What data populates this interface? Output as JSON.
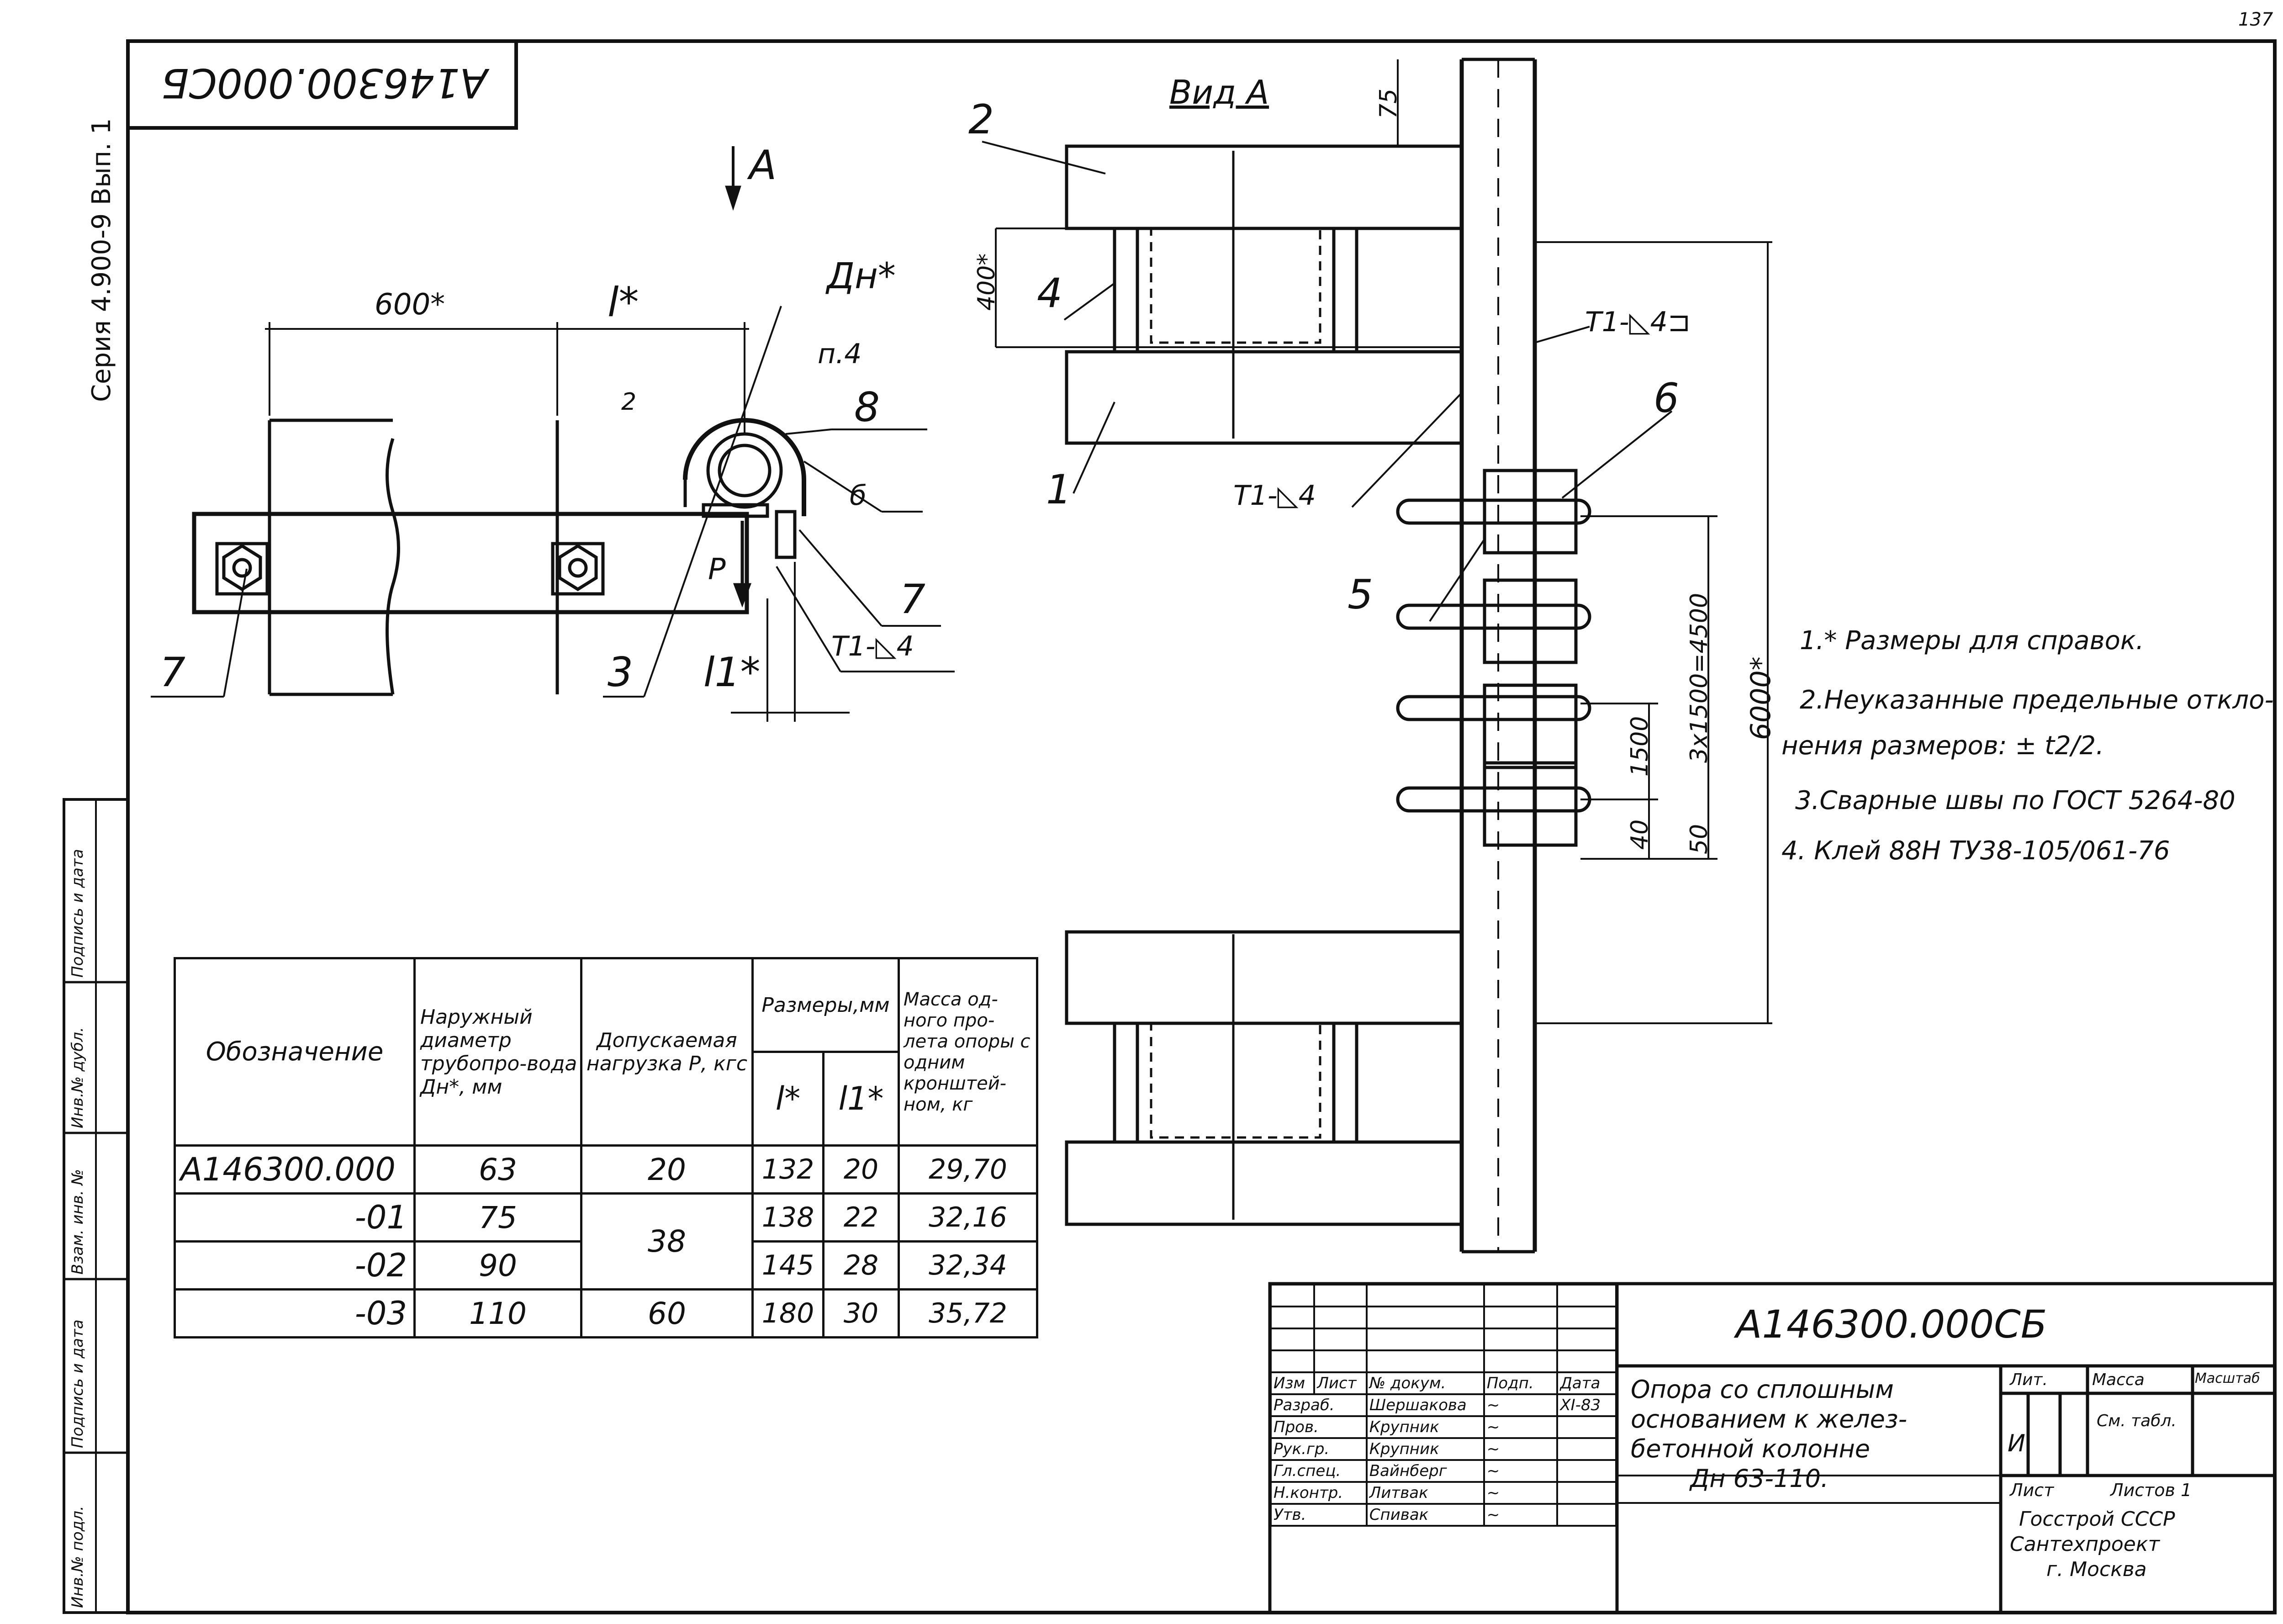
{
  "sheet": {
    "code_top": "A146300.000СБ",
    "series_label": "Серия  4.900-9  Вып. 1",
    "page_number": "137",
    "view_label": "Вид А",
    "arrow_label": "А"
  },
  "callouts": [
    "1",
    "2",
    "3",
    "4",
    "5",
    "6",
    "7",
    "7",
    "8"
  ],
  "dimensions": {
    "d600": "600*",
    "l": "l*",
    "dn": "Дн*",
    "p4": "п.4",
    "d2": "2",
    "b": "б",
    "p": "Р",
    "l1": "l1*",
    "d75": "75",
    "d400": "400*",
    "d6000": "6000*",
    "d4500": "3х1500=4500",
    "d1500": "1500",
    "d40": "40",
    "d50": "50"
  },
  "welds": {
    "w1": "Т1-◺4⊐",
    "w2": "Т1-◺4",
    "w3": "Т1-◺4"
  },
  "notes": [
    "1.* Размеры для справок.",
    "2.Неуказанные предельные откло-",
    "нения размеров: ± t2/2.",
    "3.Сварные швы по ГОСТ 5264-80",
    "4. Клей 88Н ТУ38-105/061-76"
  ],
  "table": {
    "headers": {
      "designation": "Обозначение",
      "diameter": "Наружный диаметр трубопро-вода Дн*, мм",
      "load": "Допускаемая нагрузка Р, кгс",
      "sizes": "Размеры,мм",
      "l": "l*",
      "l1": "l1*",
      "mass": "Масса од-ного про-лета опоры с одним кронштей-ном, кг"
    },
    "rows": [
      {
        "designation": "A146300.000",
        "diameter": "63",
        "load": "20",
        "l": "132",
        "l1": "20",
        "mass": "29,70"
      },
      {
        "designation": "-01",
        "diameter": "75",
        "load": "38",
        "l": "138",
        "l1": "22",
        "mass": "32,16"
      },
      {
        "designation": "-02",
        "diameter": "90",
        "load": "",
        "l": "145",
        "l1": "28",
        "mass": "32,34"
      },
      {
        "designation": "-03",
        "diameter": "110",
        "load": "60",
        "l": "180",
        "l1": "30",
        "mass": "35,72"
      }
    ]
  },
  "side_stamp": {
    "c1": "Подпись и дата",
    "c2": "Инв.№ дубл.",
    "c3": "Взам. инв. №",
    "c4": "Подпись и дата",
    "c5": "Инв.№ подл."
  },
  "title_block": {
    "code": "A146300.000СБ",
    "title_lines": [
      "Опора со сплошным",
      "основанием к желез-",
      "бетонной колонне",
      "Дн 63-110."
    ],
    "col_headers": [
      "Изм",
      "Лист",
      "№ докум.",
      "Подп.",
      "Дата"
    ],
    "roles": [
      "Разраб.",
      "Пров.",
      "Рук.гр.",
      "Гл.спец.",
      "Н.контр.",
      "Утв."
    ],
    "names": [
      "Шершакова",
      "Крупник",
      "Крупник",
      "Вайнберг",
      "Литвак",
      "Спивак"
    ],
    "date": "XI-83",
    "lit_label": "Лит.",
    "mass_label": "Масса",
    "scale_label": "Масштаб",
    "lit_value": "И",
    "mass_value": "См. табл.",
    "sheet_label": "Лист",
    "sheets_label": "Листов 1",
    "org_lines": [
      "Госстрой СССР",
      "Сантехпроект",
      "г. Москва"
    ]
  }
}
